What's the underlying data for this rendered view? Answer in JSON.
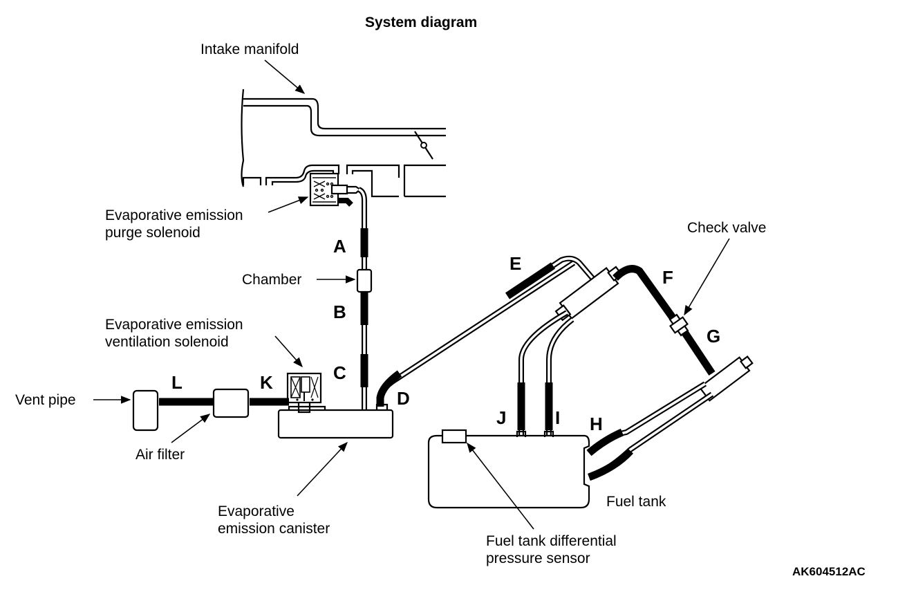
{
  "title": "System diagram",
  "code": "AK604512AC",
  "labels": {
    "intake_manifold": "Intake manifold",
    "purge_solenoid_line1": "Evaporative emission",
    "purge_solenoid_line2": "purge solenoid",
    "chamber": "Chamber",
    "vent_solenoid_line1": "Evaporative emission",
    "vent_solenoid_line2": "ventilation solenoid",
    "vent_pipe": "Vent pipe",
    "air_filter": "Air filter",
    "canister_line1": "Evaporative",
    "canister_line2": "emission canister",
    "check_valve": "Check valve",
    "fuel_tank": "Fuel tank",
    "sensor_line1": "Fuel tank differential",
    "sensor_line2": "pressure sensor"
  },
  "hoses": {
    "A": "A",
    "B": "B",
    "C": "C",
    "D": "D",
    "E": "E",
    "F": "F",
    "G": "G",
    "H": "H",
    "I": "I",
    "J": "J",
    "K": "K",
    "L": "L"
  }
}
